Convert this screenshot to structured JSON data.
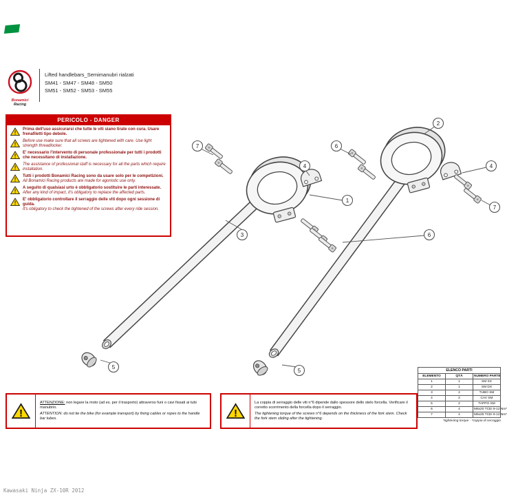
{
  "page": {
    "footer_text": "Kawasaki Ninja ZX-10R 2012"
  },
  "header": {
    "brand_line1": "Bonamici",
    "brand_line2": "Racing",
    "product_title": "Lifted handlebars_Semimanubri rialzati",
    "models_line1": "SM41 - SM47 - SM48 - SM50",
    "models_line2": "SM51 - SM52 - SM53 - SM55"
  },
  "icons": {
    "warning_glyph": "!"
  },
  "danger": {
    "title": "PERICOLO - DANGER",
    "warnings": [
      {
        "it": "Prima dell'uso assicurarsi che tutte le viti siano tirate con cura. Usare frenafiletti tipo debole.",
        "en": ""
      },
      {
        "it": "",
        "en": "Before use make sure that all screws are tightened with care. Use light strength threadlocker."
      },
      {
        "it": "E' necessario l'intervento di personale professionale per tutti i prodotti che necessitano di installazione.",
        "en": ""
      },
      {
        "it": "",
        "en": "The assistance of professional staff is necessary for all the parts which require installation."
      },
      {
        "it": "Tutti i prodotti Bonamici Racing sono da usare solo per le competizioni.",
        "en": "All Bonamici Racing products are made for agonistic use only."
      },
      {
        "it": "A seguito di qualsiasi urto è obbligatorio sostituire le parti interessate.",
        "en": "After any kind of impact, it's obligatory to replace the affected parts."
      },
      {
        "it": "E' obbligatorio controllare il serraggio delle viti dopo ogni sessione di guida.",
        "en": "It's obligatory to check the tightened of the screws after every ride session."
      }
    ]
  },
  "diagram": {
    "callouts": [
      {
        "label": "7"
      },
      {
        "label": "4"
      },
      {
        "label": "1"
      },
      {
        "label": "3"
      },
      {
        "label": "5"
      },
      {
        "label": "2"
      },
      {
        "label": "6"
      },
      {
        "label": "4"
      },
      {
        "label": "7"
      },
      {
        "label": "6"
      },
      {
        "label": "5"
      }
    ]
  },
  "parts_table": {
    "title": "ELENCO PARTI",
    "columns": [
      "ELEMENTO",
      "QTÀ",
      "NUMERO PARTE"
    ],
    "rows": [
      [
        "1",
        "1",
        "SM SX"
      ],
      [
        "2",
        "1",
        "SM DX"
      ],
      [
        "3",
        "2",
        "TUBO SM"
      ],
      [
        "4",
        "2",
        "CAV SM"
      ],
      [
        "5",
        "2",
        "TAPPO SM"
      ],
      [
        "6",
        "4",
        "M6x20 TCEI 9-12 Nm*"
      ],
      [
        "7",
        "4",
        "M6x25 TCEI 9-12 Nm*"
      ]
    ],
    "footnote": "*tightening torque - *coppia di serraggio"
  },
  "attention": {
    "label_it": "ATTENZIONE:",
    "text_it": "non legare la moto (ad es. per il trasporto) attraverso funi o cavi fissati ai tubi manubrio.",
    "text_en": "ATTENTION: do not tie the bike (for example transport) by fixing cables or ropes to the handle bar tubes."
  },
  "torque": {
    "text_it": "La coppia di serraggio delle viti n°6 dipende dallo spessore dello stelo forcella. Verificare il corretto scorrimento della forcella dopo il serraggio.",
    "text_en": "The tightening torque of the screws n°6 depends on the thickness of the fork stem. Check the fork stem sliding after the tightening."
  }
}
